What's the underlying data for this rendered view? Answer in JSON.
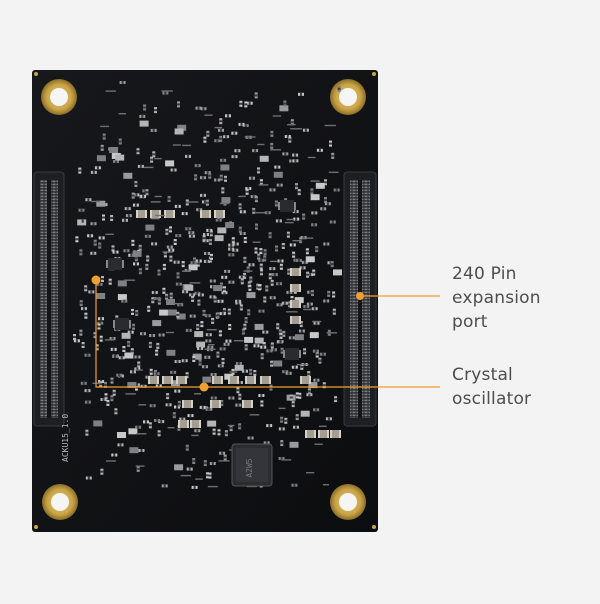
{
  "callouts": {
    "expansion_port": "240 Pin\nexpansion\nport",
    "crystal": "Crystal\noscillator"
  },
  "board": {
    "silkscreen_rev": "ACKU15_1.0",
    "ic_marking": "A2W5",
    "board_color": "#111214",
    "pad_color": "#c9a448",
    "callout_color": "#f0a030"
  }
}
